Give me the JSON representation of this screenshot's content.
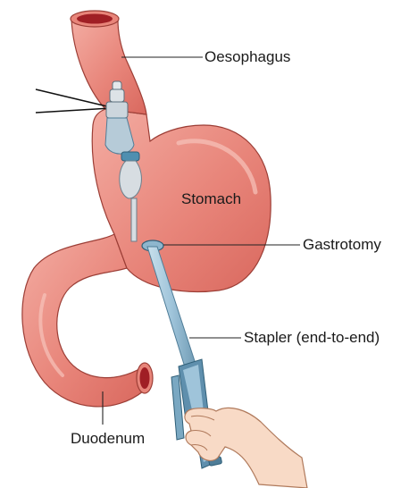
{
  "labels": {
    "oesophagus": "Oesophagus",
    "stomach": "Stomach",
    "gastrotomy": "Gastrotomy",
    "stapler": "Stapler (end-to-end)",
    "duodenum": "Duodenum"
  },
  "colors": {
    "organ_fill": "#e8857a",
    "organ_highlight": "#f4b1a8",
    "organ_outline": "#9c3e36",
    "lumen": "#a01f25",
    "stapler_shaft": "#9fc4da",
    "stapler_dark": "#4f7d98",
    "stapler_head": "#c8d6de",
    "anvil": "#d7dde2",
    "skin": "#f8dac6",
    "skin_outline": "#b07a5c",
    "leader_line": "#222222"
  },
  "icons": [
    "suture-threads",
    "stapler-anvil",
    "stapler-handle",
    "hand"
  ]
}
